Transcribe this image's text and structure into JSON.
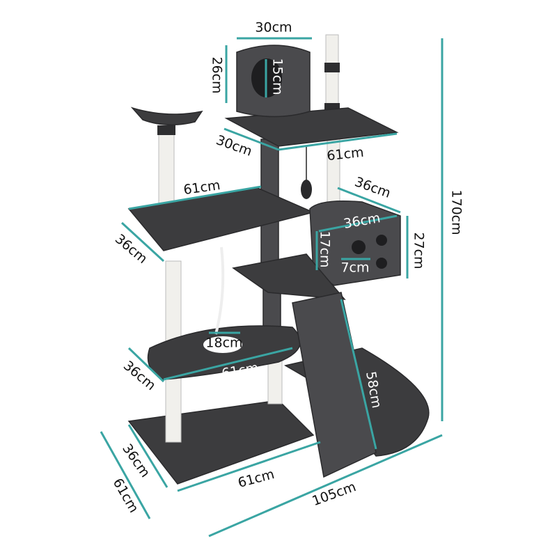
{
  "colors": {
    "dimension_line": "#3aa5a3",
    "plush": "#3c3c3e",
    "sisal_post": "#f1f0ec"
  },
  "labels": {
    "top_house_width": "30cm",
    "top_house_height": "26cm",
    "top_house_hole": "15cm",
    "top_platform_depth": "30cm",
    "top_platform_width": "61cm",
    "mid_platform_width": "61cm",
    "mid_platform_depth": "36cm",
    "cube_depth": "36cm",
    "cube_width": "36cm",
    "cube_height": "17cm",
    "cube_outer_height": "27cm",
    "cube_hole": "7cm",
    "total_height": "170cm",
    "hammock_hole": "18cm",
    "low_platform_width": "61cm",
    "low_platform_depth": "36cm",
    "ramp_length": "58cm",
    "base_depth": "36cm",
    "base_width": "61cm",
    "base_side": "61cm",
    "total_width": "105cm"
  }
}
